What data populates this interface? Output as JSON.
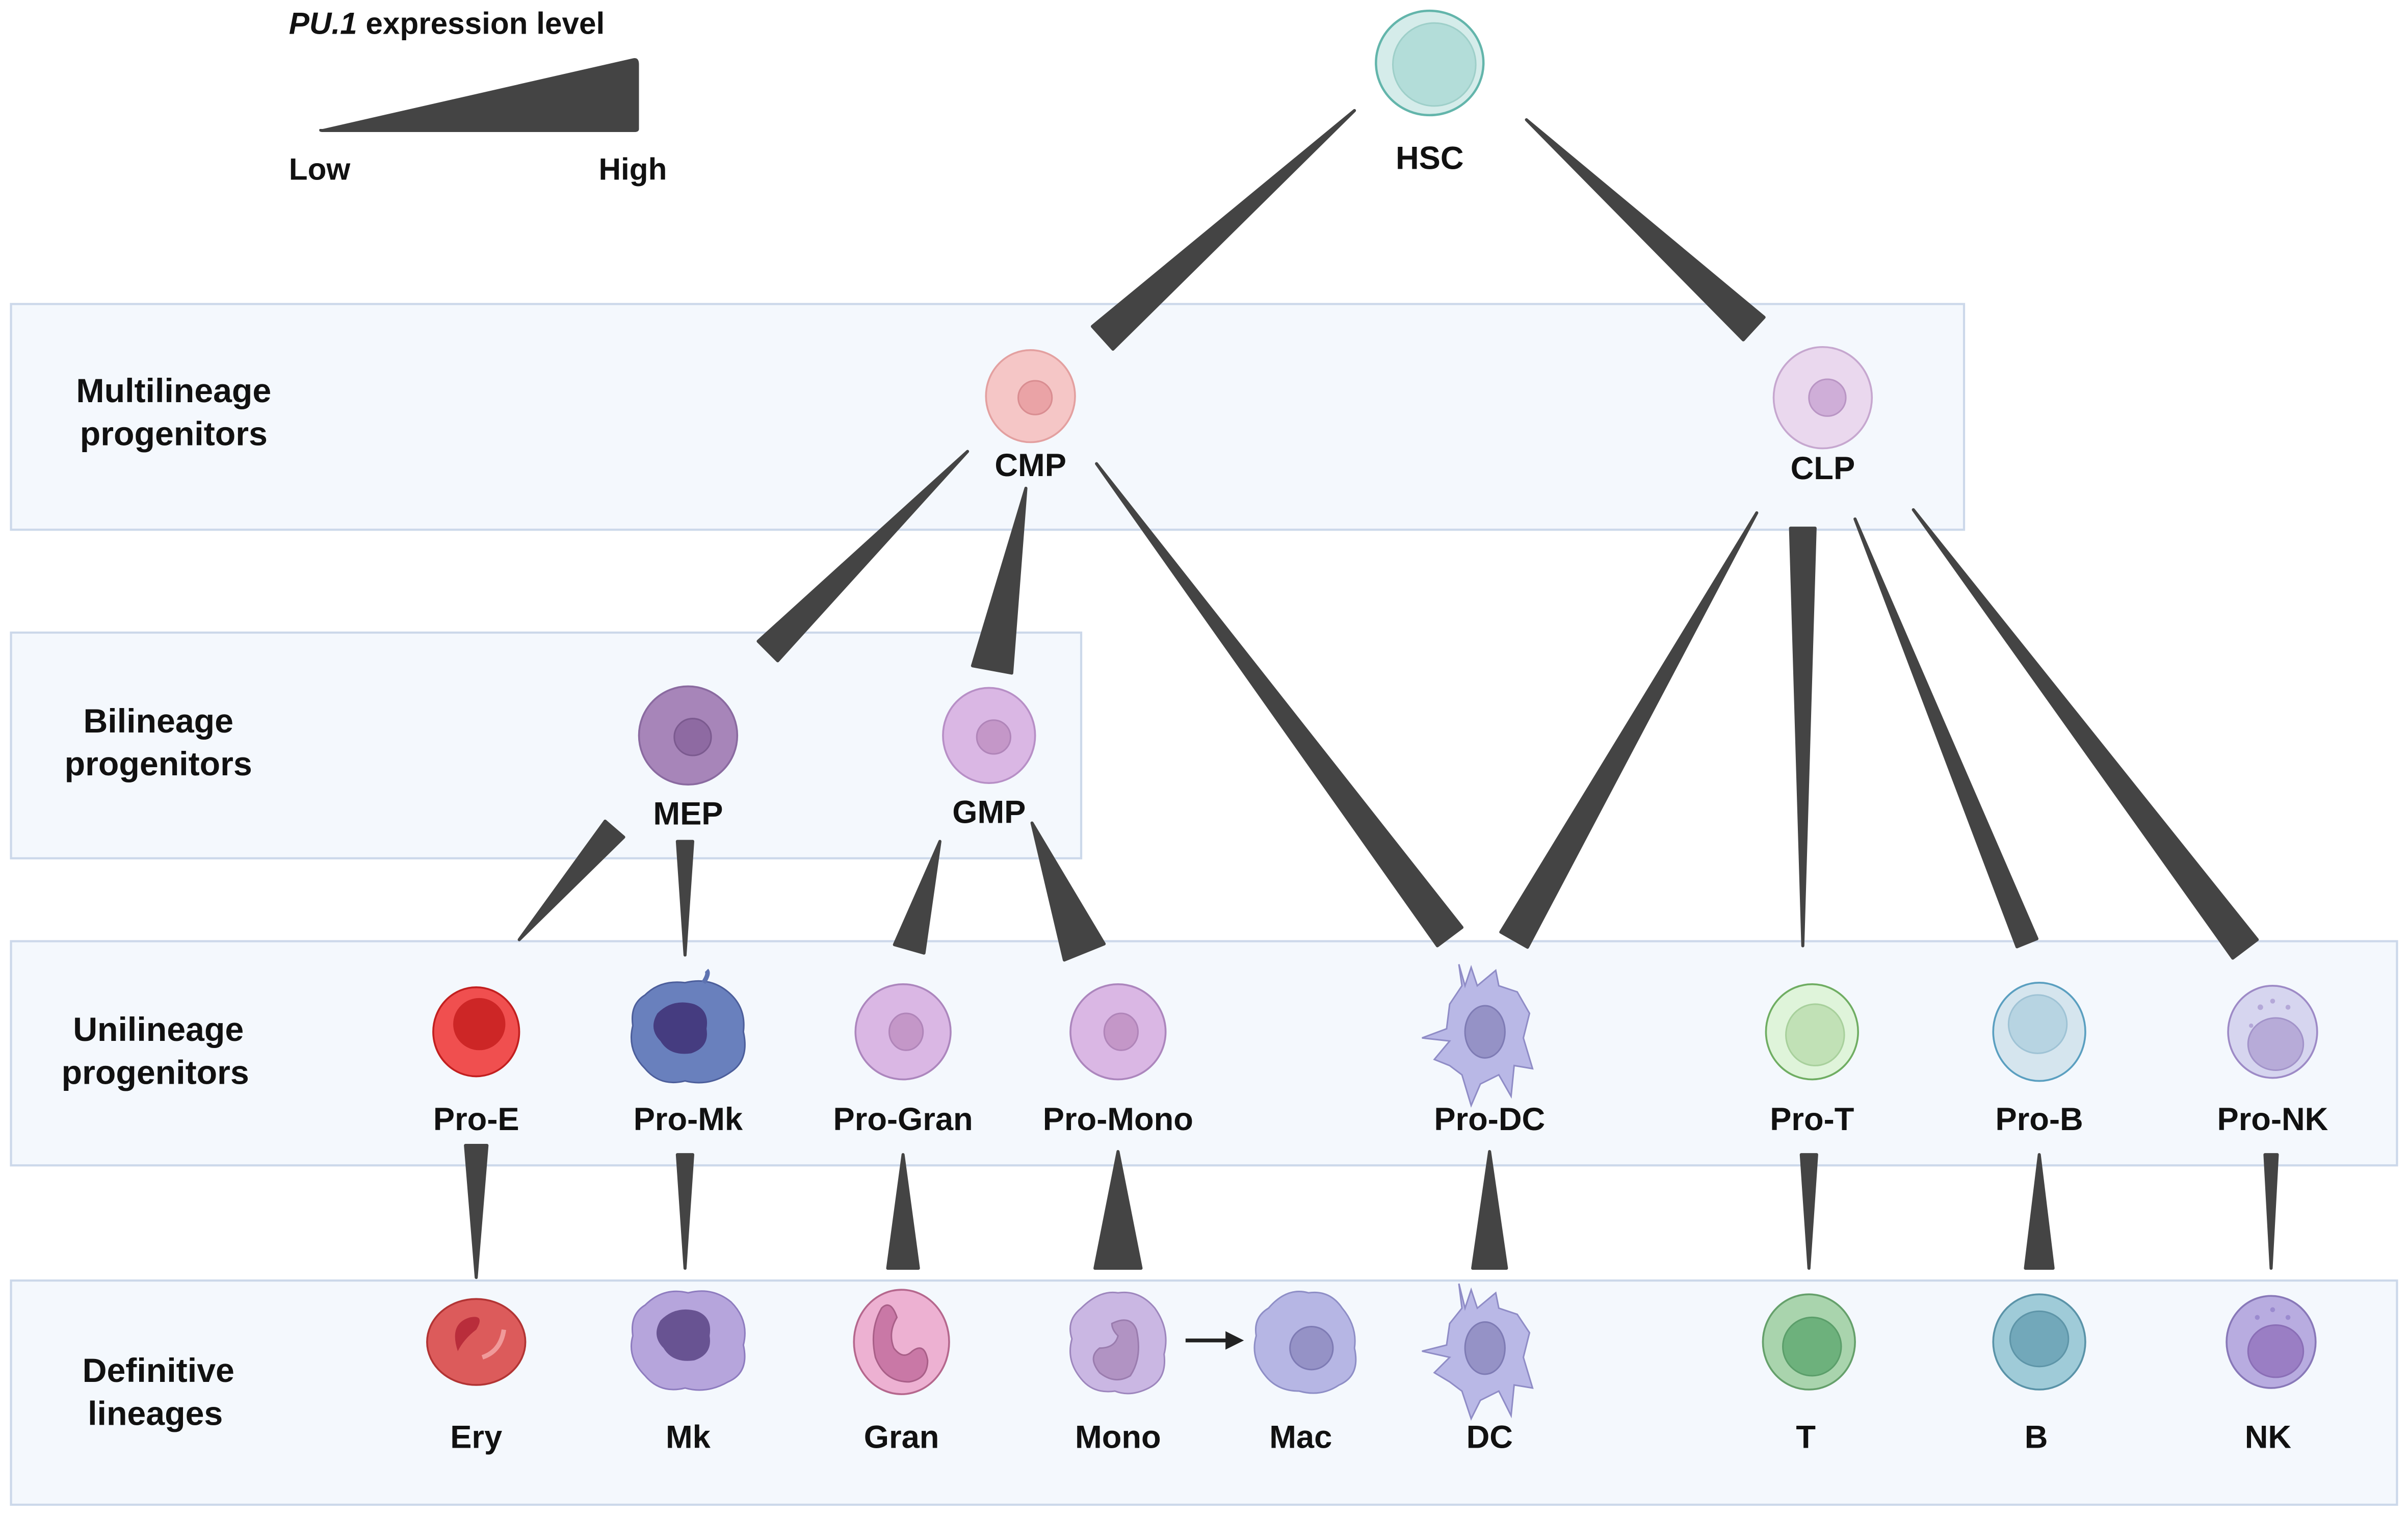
{
  "legend": {
    "title_italic": "PU.1",
    "title_rest": " expression level",
    "low_label": "Low",
    "high_label": "High"
  },
  "rows": [
    {
      "id": "multilineage",
      "line1": "Multilineage",
      "line2": "progenitors"
    },
    {
      "id": "bilineage",
      "line1": "Bilineage",
      "line2": "progenitors"
    },
    {
      "id": "unilineage",
      "line1": "Unilineage",
      "line2": "progenitors"
    },
    {
      "id": "definitive",
      "line1": "Definitive",
      "line2": "lineages"
    }
  ],
  "cells": {
    "hsc": "HSC",
    "cmp": "CMP",
    "clp": "CLP",
    "mep": "MEP",
    "gmp": "GMP",
    "pro_e": "Pro-E",
    "pro_mk": "Pro-Mk",
    "pro_gran": "Pro-Gran",
    "pro_mono": "Pro-Mono",
    "pro_dc": "Pro-DC",
    "pro_t": "Pro-T",
    "pro_b": "Pro-B",
    "pro_nk": "Pro-NK",
    "ery": "Ery",
    "mk": "Mk",
    "gran": "Gran",
    "mono": "Mono",
    "mac": "Mac",
    "dc": "DC",
    "t": "T",
    "b": "B",
    "nk": "NK"
  },
  "transitions": [
    {
      "from": "HSC",
      "to": "CMP",
      "pu1_level": "high"
    },
    {
      "from": "HSC",
      "to": "CLP",
      "pu1_level": "high"
    },
    {
      "from": "CMP",
      "to": "MEP",
      "pu1_level": "high"
    },
    {
      "from": "CMP",
      "to": "GMP",
      "pu1_level": "high"
    },
    {
      "from": "CMP",
      "to": "Pro-DC",
      "pu1_level": "high"
    },
    {
      "from": "CLP",
      "to": "Pro-DC",
      "pu1_level": "high"
    },
    {
      "from": "CLP",
      "to": "Pro-T",
      "pu1_level": "low"
    },
    {
      "from": "CLP",
      "to": "Pro-B",
      "pu1_level": "medium"
    },
    {
      "from": "CLP",
      "to": "Pro-NK",
      "pu1_level": "high"
    },
    {
      "from": "MEP",
      "to": "Pro-E",
      "pu1_level": "low"
    },
    {
      "from": "MEP",
      "to": "Pro-Mk",
      "pu1_level": "medium"
    },
    {
      "from": "GMP",
      "to": "Pro-Gran",
      "pu1_level": "medium"
    },
    {
      "from": "GMP",
      "to": "Pro-Mono",
      "pu1_level": "high"
    },
    {
      "from": "Pro-E",
      "to": "Ery",
      "pu1_level": "low"
    },
    {
      "from": "Pro-Mk",
      "to": "Mk",
      "pu1_level": "low"
    },
    {
      "from": "Pro-Gran",
      "to": "Gran",
      "pu1_level": "medium"
    },
    {
      "from": "Pro-Mono",
      "to": "Mono",
      "pu1_level": "high"
    },
    {
      "from": "Mono",
      "to": "Mac",
      "pu1_level": "arrow"
    },
    {
      "from": "Pro-DC",
      "to": "DC",
      "pu1_level": "high"
    },
    {
      "from": "Pro-T",
      "to": "T",
      "pu1_level": "low"
    },
    {
      "from": "Pro-B",
      "to": "B",
      "pu1_level": "medium"
    },
    {
      "from": "Pro-NK",
      "to": "NK",
      "pu1_level": "low"
    }
  ],
  "colors": {
    "wedge": "#444444",
    "band_fill": "#f4f8fd",
    "band_stroke": "#ccd8ea"
  }
}
